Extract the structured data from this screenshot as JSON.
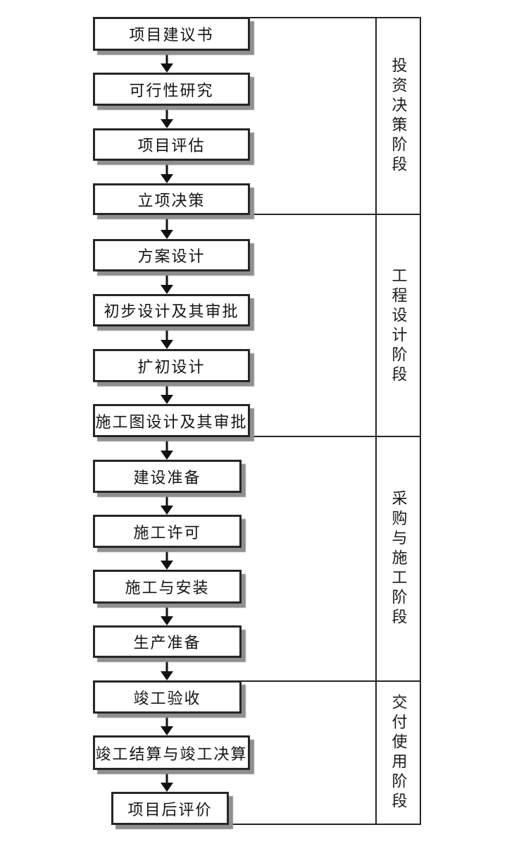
{
  "diagram": {
    "type": "flowchart",
    "flow": "sequential-top-to-bottom",
    "steps": [
      {
        "label": "项目建议书"
      },
      {
        "label": "可行性研究"
      },
      {
        "label": "项目评估"
      },
      {
        "label": "立项决策"
      },
      {
        "label": "方案设计"
      },
      {
        "label": "初步设计及其审批"
      },
      {
        "label": "扩初设计"
      },
      {
        "label": "施工图设计及其审批"
      },
      {
        "label": "建设准备"
      },
      {
        "label": "施工许可"
      },
      {
        "label": "施工与安装"
      },
      {
        "label": "生产准备"
      },
      {
        "label": "竣工验收"
      },
      {
        "label": "竣工结算与竣工决算"
      },
      {
        "label": "项目后评价"
      }
    ],
    "phases": [
      {
        "label": "投资决策阶段",
        "steps": [
          "项目建议书",
          "可行性研究",
          "项目评估",
          "立项决策"
        ]
      },
      {
        "label": "工程设计阶段",
        "steps": [
          "方案设计",
          "初步设计及其审批",
          "扩初设计",
          "施工图设计及其审批"
        ]
      },
      {
        "label": "采购与施工阶段",
        "steps": [
          "建设准备",
          "施工许可",
          "施工与安装",
          "生产准备"
        ]
      },
      {
        "label": "交付使用阶段",
        "steps": [
          "竣工验收",
          "竣工结算与竣工决算",
          "项目后评价"
        ]
      }
    ],
    "colors": {
      "line": "#262626",
      "box_fill": "#ffffff",
      "box_shadow": "#8f8f8f",
      "text": "#141414",
      "background": "#ffffff"
    }
  }
}
